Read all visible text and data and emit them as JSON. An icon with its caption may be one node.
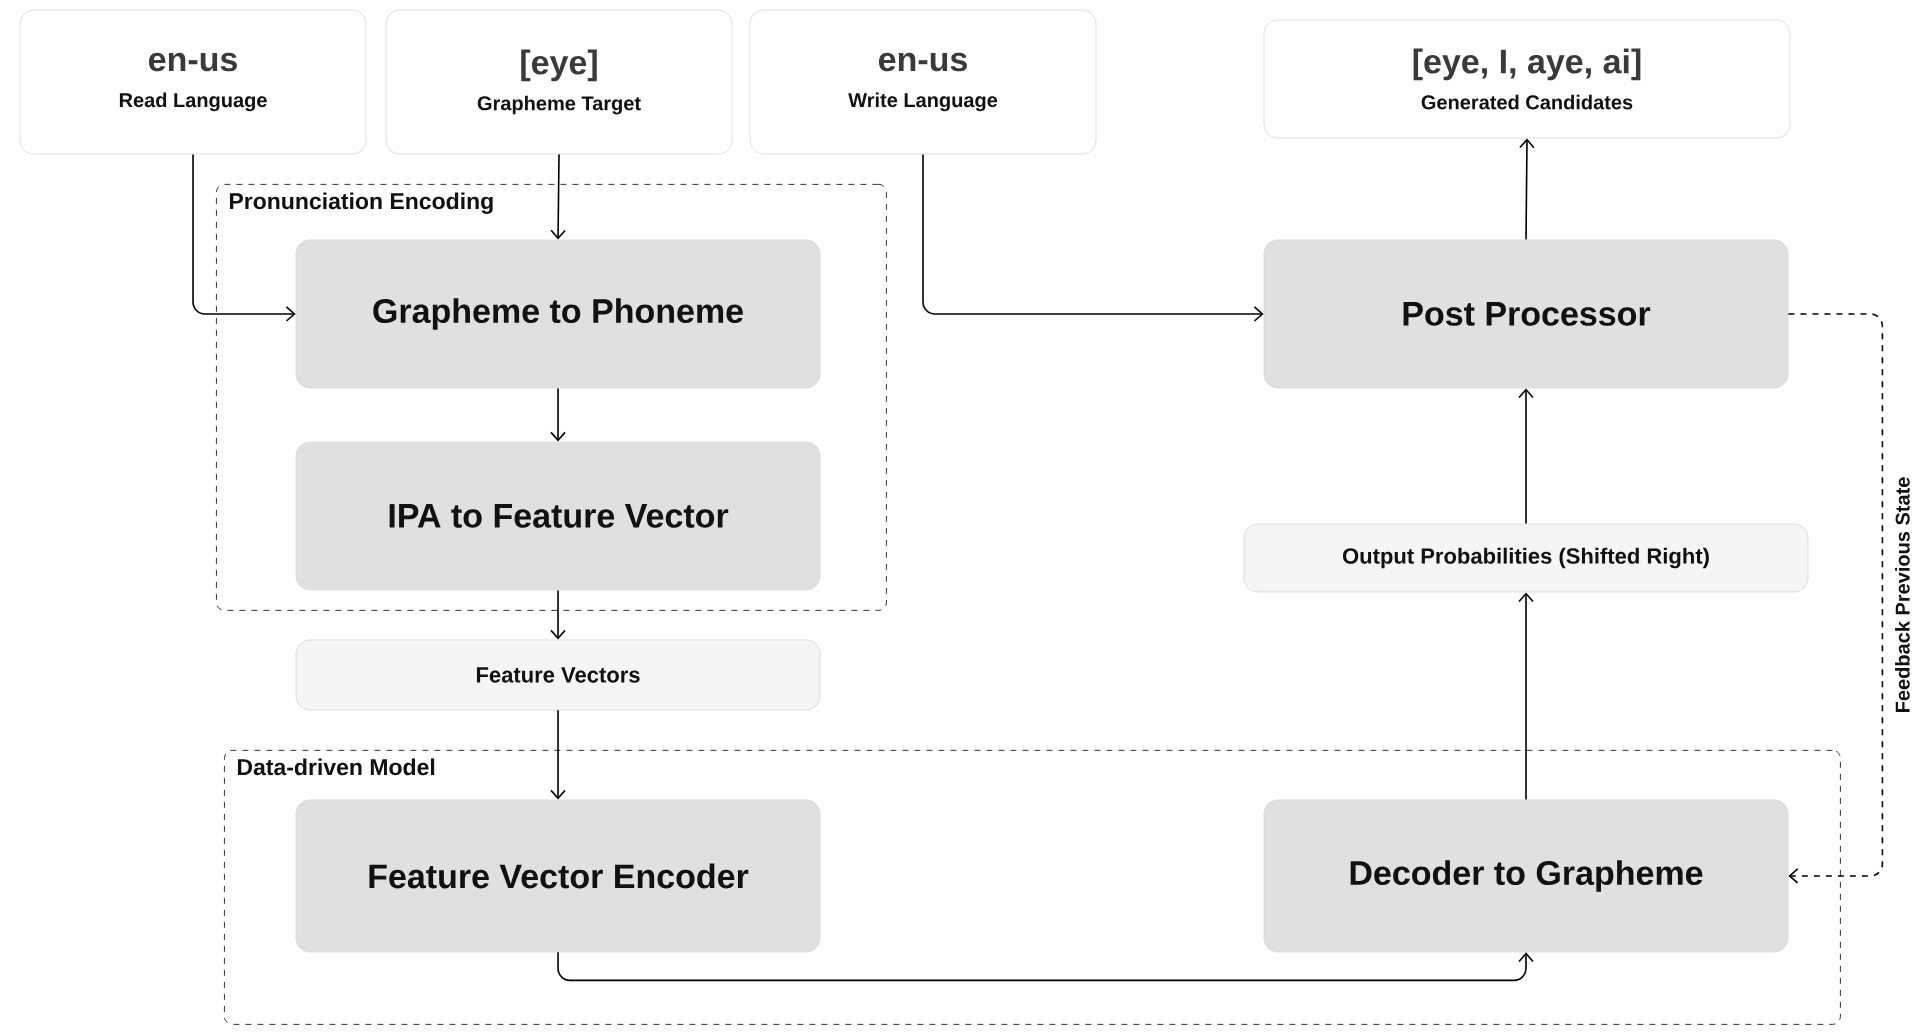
{
  "diagram": {
    "nodes": [
      {
        "text": [
          "en-us",
          "Read Language"
        ]
      },
      {
        "text": [
          "[eye]",
          "Grapheme Target"
        ]
      },
      {
        "text": [
          "en-us",
          "Write Language"
        ]
      },
      {
        "text": [
          "[eye, I, aye, ai]",
          "Generated Candidates"
        ]
      },
      {
        "text": [
          "Pronunciation Encoding"
        ]
      },
      {
        "text": [
          "Grapheme to Phoneme"
        ],
        "in": 4
      },
      {
        "text": [
          "IPA to Feature Vector"
        ],
        "in": 4
      },
      {
        "text": [
          "Post Processor"
        ]
      },
      {
        "text": [
          "Output Probabilities (Shifted Right)"
        ]
      },
      {
        "text": [
          "Feature Vectors"
        ]
      },
      {
        "text": [
          "Data-driven Model"
        ]
      },
      {
        "text": [
          "Feature Vector Encoder"
        ],
        "in": 10
      },
      {
        "text": [
          "Decoder to Grapheme"
        ],
        "in": 10
      }
    ],
    "edges": [
      {
        "from": 0,
        "to": 5,
        "arrow": "to"
      },
      {
        "from": 1,
        "to": 5,
        "arrow": "to"
      },
      {
        "from": 2,
        "to": 7,
        "arrow": "to"
      },
      {
        "from": 5,
        "to": 6,
        "arrow": "to"
      },
      {
        "from": 6,
        "to": 9,
        "arrow": "to"
      },
      {
        "from": 9,
        "to": 11,
        "arrow": "to"
      },
      {
        "from": 11,
        "to": 12,
        "arrow": "to"
      },
      {
        "from": 12,
        "to": 8,
        "arrow": "to"
      },
      {
        "from": 8,
        "to": 7,
        "arrow": "to"
      },
      {
        "from": 7,
        "to": 3,
        "arrow": "to"
      },
      {
        "from": 7,
        "to": 12,
        "arrow": "to",
        "style": "dashed",
        "label": "Feedback Previous State"
      }
    ]
  }
}
